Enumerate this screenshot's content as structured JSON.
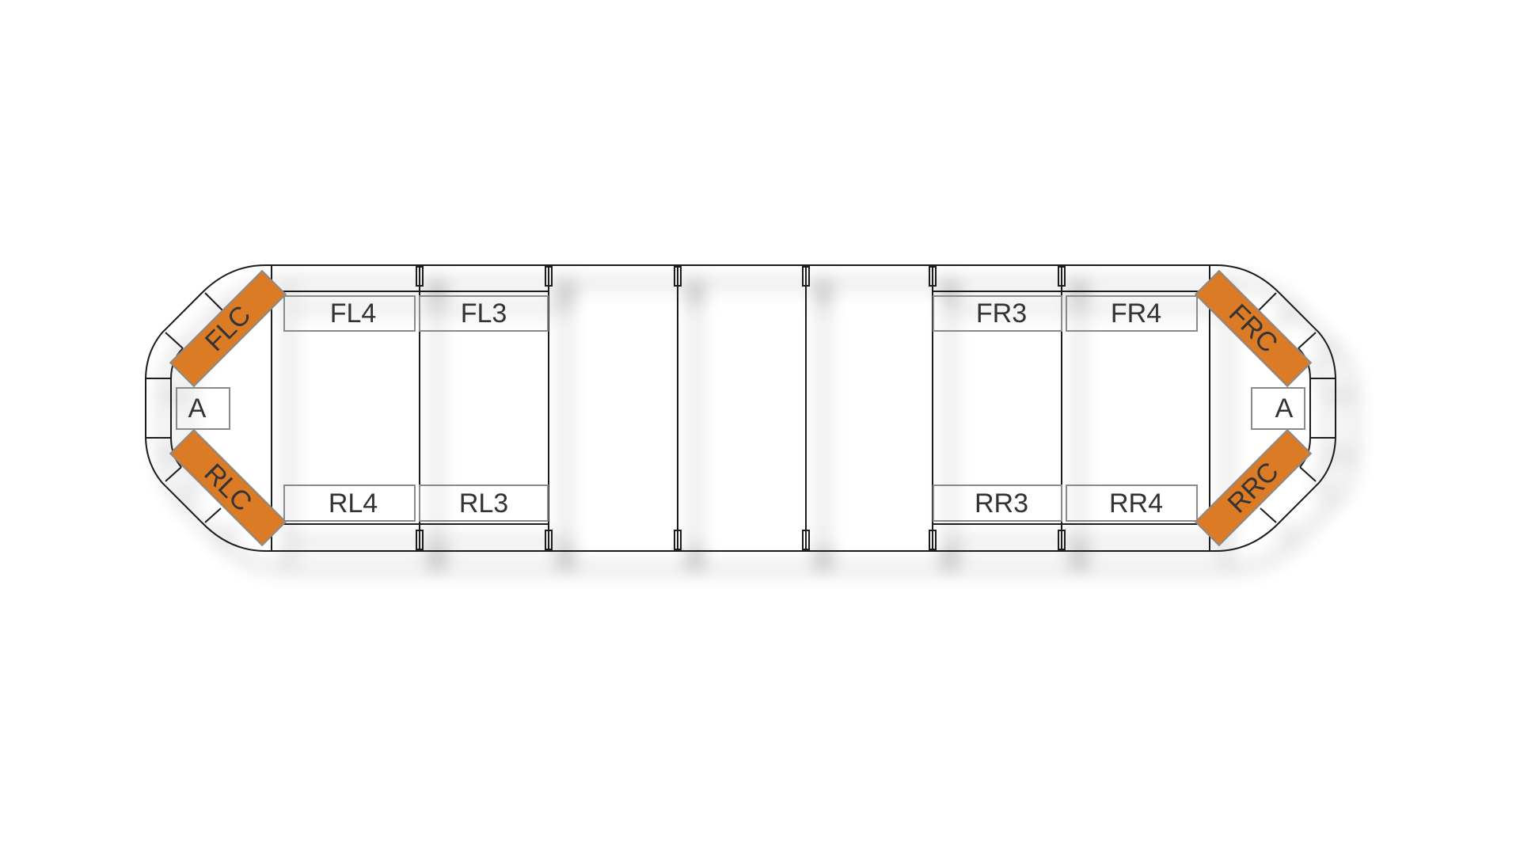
{
  "lightbar": {
    "modules": {
      "front_left_corner": "FLC",
      "rear_left_corner": "RLC",
      "front_right_corner": "FRC",
      "rear_right_corner": "RRC",
      "left_end": "A",
      "right_end": "A",
      "fl4": "FL4",
      "fl3": "FL3",
      "rl4": "RL4",
      "rl3": "RL3",
      "fr3": "FR3",
      "fr4": "FR4",
      "rr3": "RR3",
      "rr4": "RR4"
    },
    "colors": {
      "amber_light": "#f5e3b3",
      "amber": "#efc46a",
      "corner_orange": "#dc7b26",
      "empty_section": "#ffffff"
    }
  }
}
